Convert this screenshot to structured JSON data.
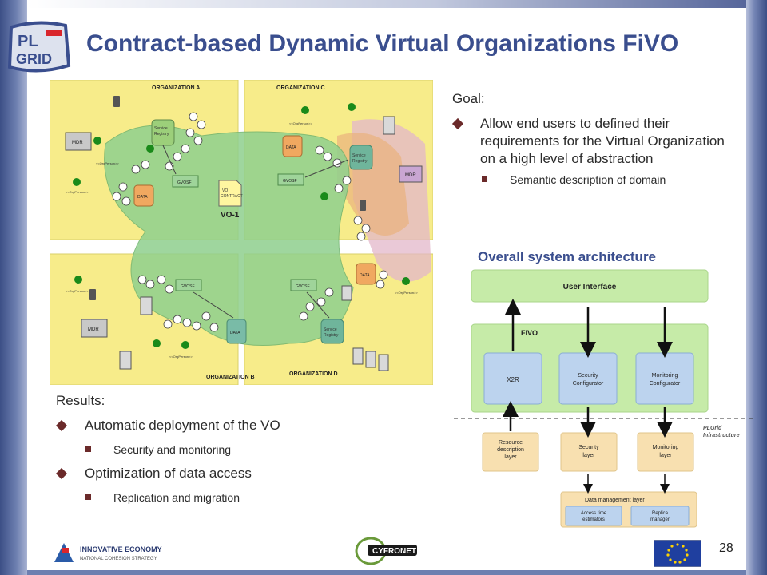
{
  "slide": {
    "title": "Contract-based Dynamic Virtual Organizations FiVO",
    "page_number": "28",
    "logo_text_top": "PL",
    "logo_text_bottom": "GRID"
  },
  "diagram": {
    "org_a": "ORGANIZATION A",
    "org_b": "ORGANIZATION B",
    "org_c": "ORGANIZATION C",
    "org_d": "ORGANIZATION D",
    "vo_label": "VO-1",
    "contract_l1": "VO",
    "contract_l2": "CONTRACT",
    "service_registry_l1": "Service",
    "service_registry_l2": "Registry",
    "data": "DATA",
    "gvosf": "GVOSF",
    "mdr": "MDR",
    "person": "<<OrgPerson>>"
  },
  "goal": {
    "label": "Goal:",
    "bullet": "Allow end users to defined their requirements for the Virtual Organization on a high level of abstraction",
    "sub": "Semantic description of domain"
  },
  "results": {
    "label": "Results:",
    "b1": "Automatic deployment of the VO",
    "b1_sub": "Security and monitoring",
    "b2": "Optimization of data access",
    "b2_sub": "Replication and migration"
  },
  "architecture": {
    "title": "Overall system architecture",
    "user_interface": "User Interface",
    "fivo": "FiVO",
    "x2r": "X2R",
    "security_configurator_l1": "Security",
    "security_configurator_l2": "Configurator",
    "monitoring_configurator_l1": "Monitoring",
    "monitoring_configurator_l2": "Configurator",
    "plgrid_infra_l1": "PLGrid",
    "plgrid_infra_l2": "Infrastructure",
    "resource_layer_l1": "Resource",
    "resource_layer_l2": "description",
    "resource_layer_l3": "layer",
    "security_layer_l1": "Security",
    "security_layer_l2": "layer",
    "monitoring_layer_l1": "Monitoring",
    "monitoring_layer_l2": "layer",
    "data_mgmt": "Data management layer",
    "access_time_l1": "Access time",
    "access_time_l2": "estimators",
    "replica_l1": "Replica",
    "replica_l2": "manager"
  },
  "footer": {
    "ie_title": "INNOVATIVE ECONOMY",
    "ie_sub": "NATIONAL COHESION STRATEGY",
    "cyfronet": "CYFRONET"
  }
}
